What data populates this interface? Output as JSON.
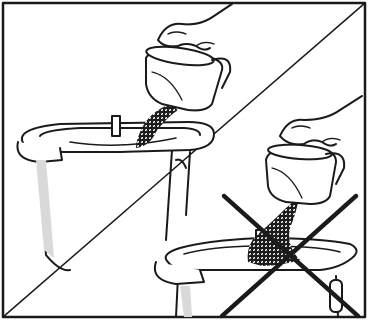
{
  "figure": {
    "panels": [
      {
        "id": "correct",
        "marker": "none"
      },
      {
        "id": "incorrect",
        "marker": "cross"
      }
    ],
    "colors": {
      "line": "#1a1a1a",
      "background": "#ffffff",
      "shade": "#d9d9d9",
      "grounds": "#2a2a2a"
    }
  }
}
